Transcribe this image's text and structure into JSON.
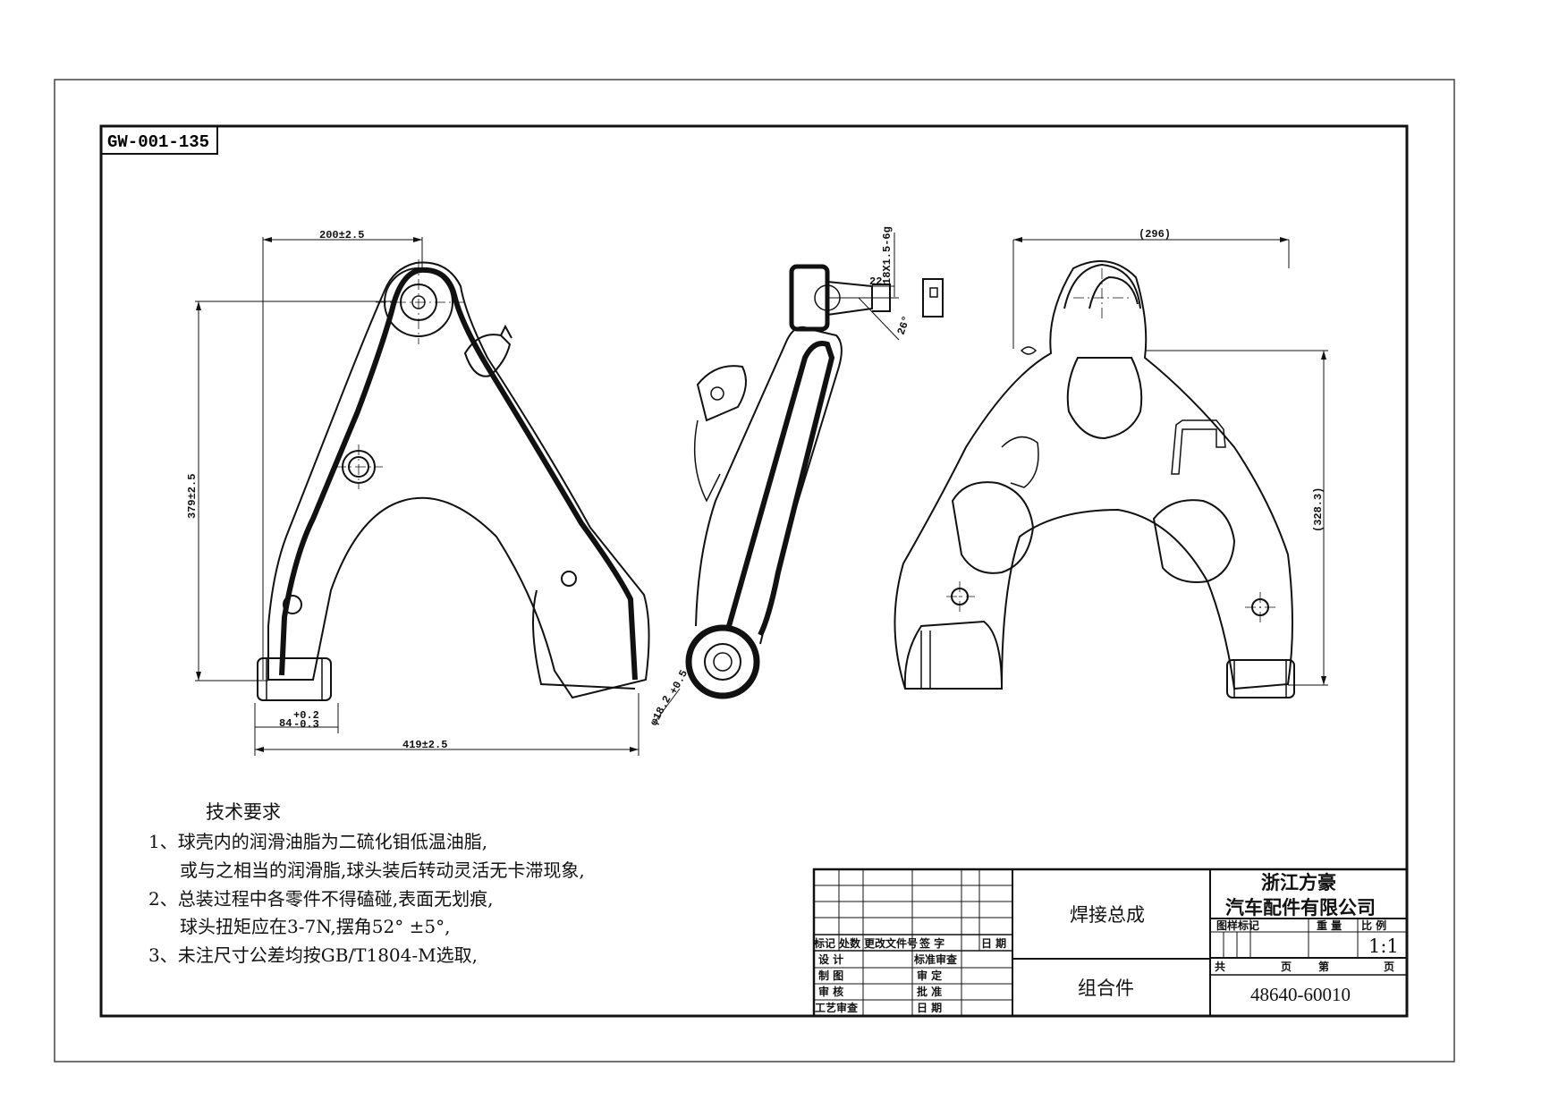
{
  "drawing_code": "GW-001-135",
  "dimensions": {
    "width_top": "200±2.5",
    "height_left": "379±2.5",
    "bushing_width": "84",
    "bushing_tol_upper": "+0.2",
    "bushing_tol_lower": "-0.3",
    "overall_length": "419±2.5",
    "stud_thread": "18X1.5-6g",
    "stud_length": "22",
    "taper_angle": "26°",
    "bore_dia": "φ18.2",
    "bore_tol": "+0.5",
    "ref_width": "(296)",
    "ref_height": "(328.3)"
  },
  "notes": {
    "title": "技术要求",
    "items": [
      "1、球壳内的润滑油脂为二硫化钼低温油脂,",
      "或与之相当的润滑脂,球头装后转动灵活无卡滞现象,",
      "2、总装过程中各零件不得磕碰,表面无划痕,",
      "球头扭矩应在3-7N,摆角52° ±5°,",
      "3、未注尺寸公差均按GB/T1804-M选取,"
    ]
  },
  "title_block": {
    "revision_headers": [
      "标记",
      "处数",
      "更改文件号",
      "签  字",
      "日 期"
    ],
    "sign_rows": [
      {
        "left": "设  计",
        "right": "标准审查"
      },
      {
        "left": "制  图",
        "right": "审  定"
      },
      {
        "left": "审  核",
        "right": "批  准"
      },
      {
        "left": "工艺审查",
        "right": "日  期"
      }
    ],
    "part_name": "焊接总成",
    "part_type": "组合件",
    "company_line1": "浙江方豪",
    "company_line2": "汽车配件有限公司",
    "stage_label": "图样标记",
    "weight_label": "重  量",
    "scale_label": "比  例",
    "scale": "1:1",
    "total_label": "共",
    "sheets_label": "页",
    "sheet_label": "第",
    "sheet_suffix": "页",
    "part_number": "48640-60010"
  }
}
